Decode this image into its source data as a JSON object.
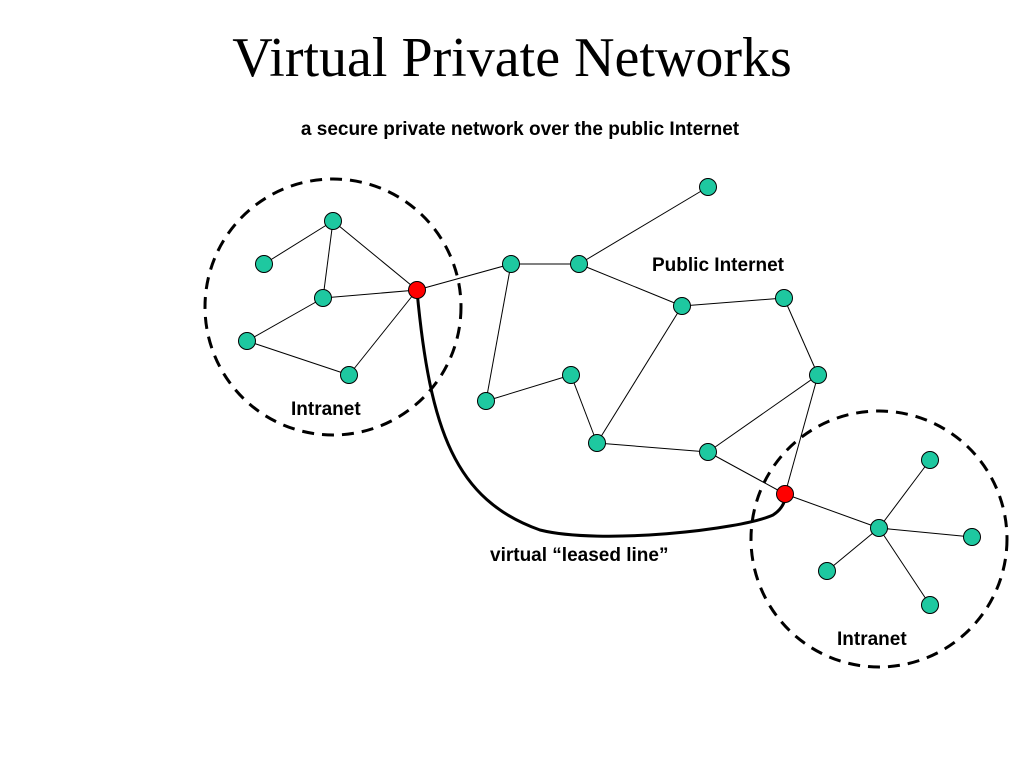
{
  "slide": {
    "title": "Virtual Private Networks",
    "subtitle": "a secure private network over the public Internet"
  },
  "diagram": {
    "labels": {
      "public_internet": "Public Internet",
      "intranet_left": "Intranet",
      "intranet_right": "Intranet",
      "leased_line": "virtual “leased line”"
    },
    "colors": {
      "host_node": "#1ec8a0",
      "gateway_node": "#ff0000",
      "node_stroke": "#000000",
      "link": "#000000"
    },
    "nodes": [
      {
        "id": "L-top",
        "type": "host"
      },
      {
        "id": "L-leftmost",
        "type": "host"
      },
      {
        "id": "L-center",
        "type": "host"
      },
      {
        "id": "L-low-left",
        "type": "host"
      },
      {
        "id": "L-bottom",
        "type": "host"
      },
      {
        "id": "GW-left",
        "type": "gateway"
      },
      {
        "id": "P-1",
        "type": "host"
      },
      {
        "id": "P-2",
        "type": "host"
      },
      {
        "id": "P-top",
        "type": "host"
      },
      {
        "id": "P-3",
        "type": "host"
      },
      {
        "id": "P-4",
        "type": "host"
      },
      {
        "id": "P-5",
        "type": "host"
      },
      {
        "id": "P-6",
        "type": "host"
      },
      {
        "id": "P-7",
        "type": "host"
      },
      {
        "id": "P-8",
        "type": "host"
      },
      {
        "id": "P-9",
        "type": "host"
      },
      {
        "id": "GW-right",
        "type": "gateway"
      },
      {
        "id": "R-hub",
        "type": "host"
      },
      {
        "id": "R-top",
        "type": "host"
      },
      {
        "id": "R-right",
        "type": "host"
      },
      {
        "id": "R-left",
        "type": "host"
      },
      {
        "id": "R-bottom",
        "type": "host"
      }
    ],
    "links": [
      [
        "L-top",
        "L-leftmost"
      ],
      [
        "L-top",
        "L-center"
      ],
      [
        "L-top",
        "GW-left"
      ],
      [
        "L-center",
        "GW-left"
      ],
      [
        "L-center",
        "L-low-left"
      ],
      [
        "L-low-left",
        "L-bottom"
      ],
      [
        "L-bottom",
        "GW-left"
      ],
      [
        "GW-left",
        "P-1"
      ],
      [
        "P-1",
        "P-2"
      ],
      [
        "P-2",
        "P-top"
      ],
      [
        "P-2",
        "P-3"
      ],
      [
        "P-3",
        "P-4"
      ],
      [
        "P-4",
        "P-5"
      ],
      [
        "P-3",
        "P-7"
      ],
      [
        "P-1",
        "P-8"
      ],
      [
        "P-8",
        "P-9"
      ],
      [
        "P-9",
        "P-7"
      ],
      [
        "P-7",
        "P-6"
      ],
      [
        "P-6",
        "P-5"
      ],
      [
        "P-6",
        "GW-right"
      ],
      [
        "P-5",
        "GW-right"
      ],
      [
        "GW-right",
        "R-hub"
      ],
      [
        "R-hub",
        "R-top"
      ],
      [
        "R-hub",
        "R-right"
      ],
      [
        "R-hub",
        "R-left"
      ],
      [
        "R-hub",
        "R-bottom"
      ]
    ],
    "virtual_link": [
      "GW-left",
      "GW-right"
    ]
  }
}
